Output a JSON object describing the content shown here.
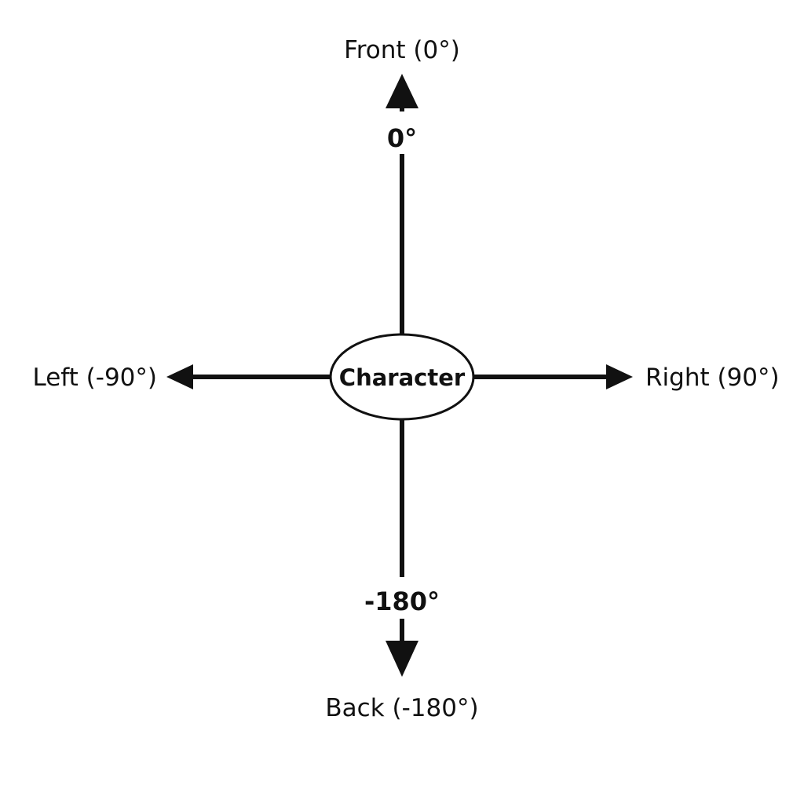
{
  "diagram": {
    "center": {
      "label": "Character"
    },
    "directions": {
      "front": {
        "label": "Front (0°)",
        "tick": "0°"
      },
      "back": {
        "label": "Back (-180°)",
        "tick": "-180°"
      },
      "left": {
        "label": "Left (-90°)"
      },
      "right": {
        "label": "Right (90°)"
      }
    },
    "colors": {
      "stroke": "#111111",
      "background": "#ffffff"
    }
  }
}
